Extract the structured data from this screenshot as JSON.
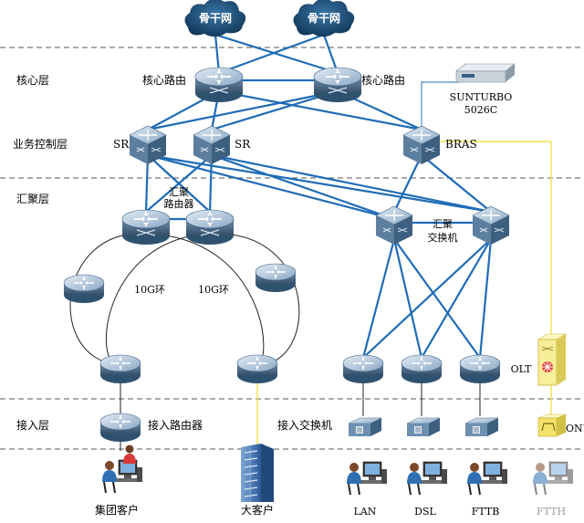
{
  "layers": {
    "core": "核心层",
    "service": "业务控制层",
    "aggregation": "汇聚层",
    "access": "接入层"
  },
  "clouds": [
    "骨干网",
    "骨干网"
  ],
  "core_router_label": "核心路由",
  "sr_label": "SR",
  "bras_label": "BRAS",
  "server": {
    "line1": "SUNTURBO",
    "line2": "5026C"
  },
  "agg_router": {
    "line1": "汇聚",
    "line2": "路由器"
  },
  "agg_switch": {
    "line1": "汇聚",
    "line2": "交换机"
  },
  "ring_label": "10G环",
  "olt_label": "OLT",
  "onu_label": "ONU",
  "access_router_label": "接入路由器",
  "access_switch_label": "接入交换机",
  "customers": {
    "group": "集团客户",
    "big": "大客户",
    "lan": "LAN",
    "dsl": "DSL",
    "fttb": "FTTB",
    "ftth": "FTTH"
  },
  "colors": {
    "link_blue": "#1f6cb6",
    "fiber_yellow": "#f2e24a",
    "device_blue": "#5b84a8",
    "cloud": "#1a4a70"
  }
}
